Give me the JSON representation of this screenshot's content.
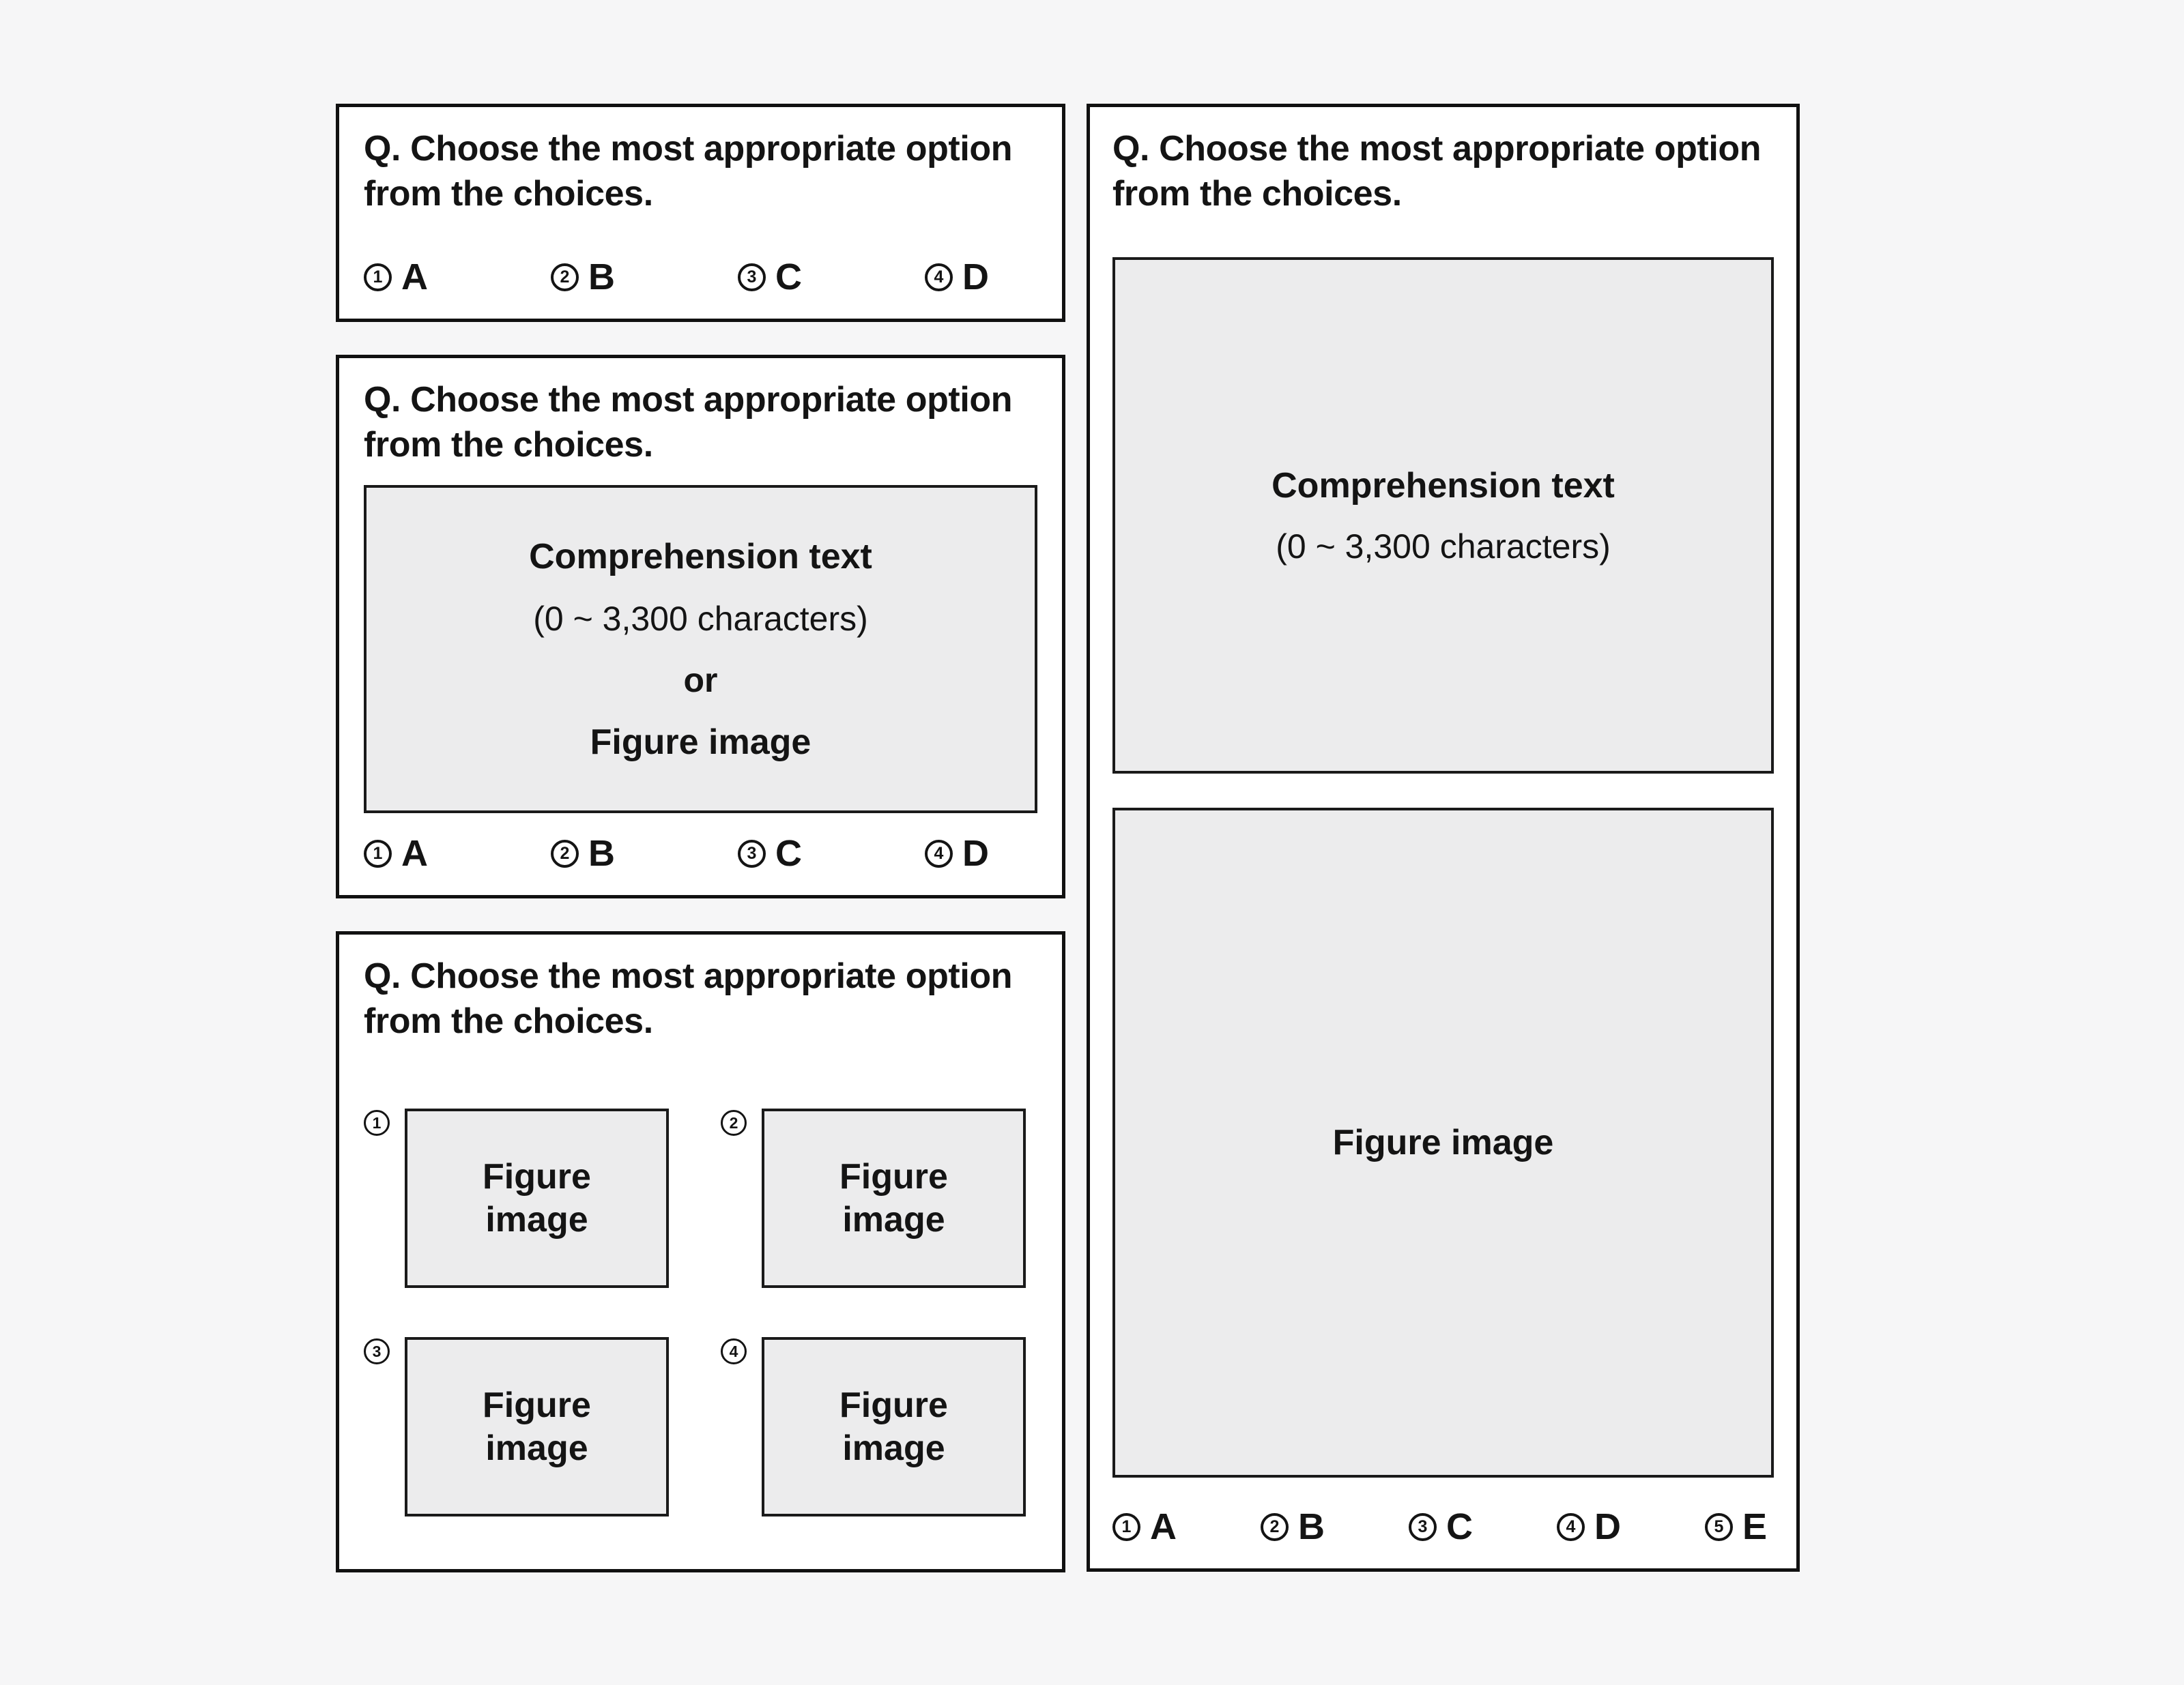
{
  "question": "Q. Choose the most appropriate option from the choices.",
  "passage_box": {
    "title": "Comprehension text",
    "range": "(0 ~ 3,300 characters)",
    "or": "or",
    "figure": "Figure image"
  },
  "figure_box": {
    "label": "Figure image",
    "label_stacked": "Figure\nimage"
  },
  "options_abcd": [
    {
      "num": "1",
      "letter": "A"
    },
    {
      "num": "2",
      "letter": "B"
    },
    {
      "num": "3",
      "letter": "C"
    },
    {
      "num": "4",
      "letter": "D"
    }
  ],
  "options_abcde": [
    {
      "num": "1",
      "letter": "A"
    },
    {
      "num": "2",
      "letter": "B"
    },
    {
      "num": "3",
      "letter": "C"
    },
    {
      "num": "4",
      "letter": "D"
    },
    {
      "num": "5",
      "letter": "E"
    }
  ],
  "figure_choices": [
    {
      "num": "1"
    },
    {
      "num": "2"
    },
    {
      "num": "3"
    },
    {
      "num": "4"
    }
  ],
  "colors": {
    "page_bg": "#f6f6f7",
    "card_bg": "#ffffff",
    "card_border": "#111111",
    "placeholder_bg": "#ececed",
    "placeholder_border": "#1a1a1a",
    "text": "#141414"
  }
}
